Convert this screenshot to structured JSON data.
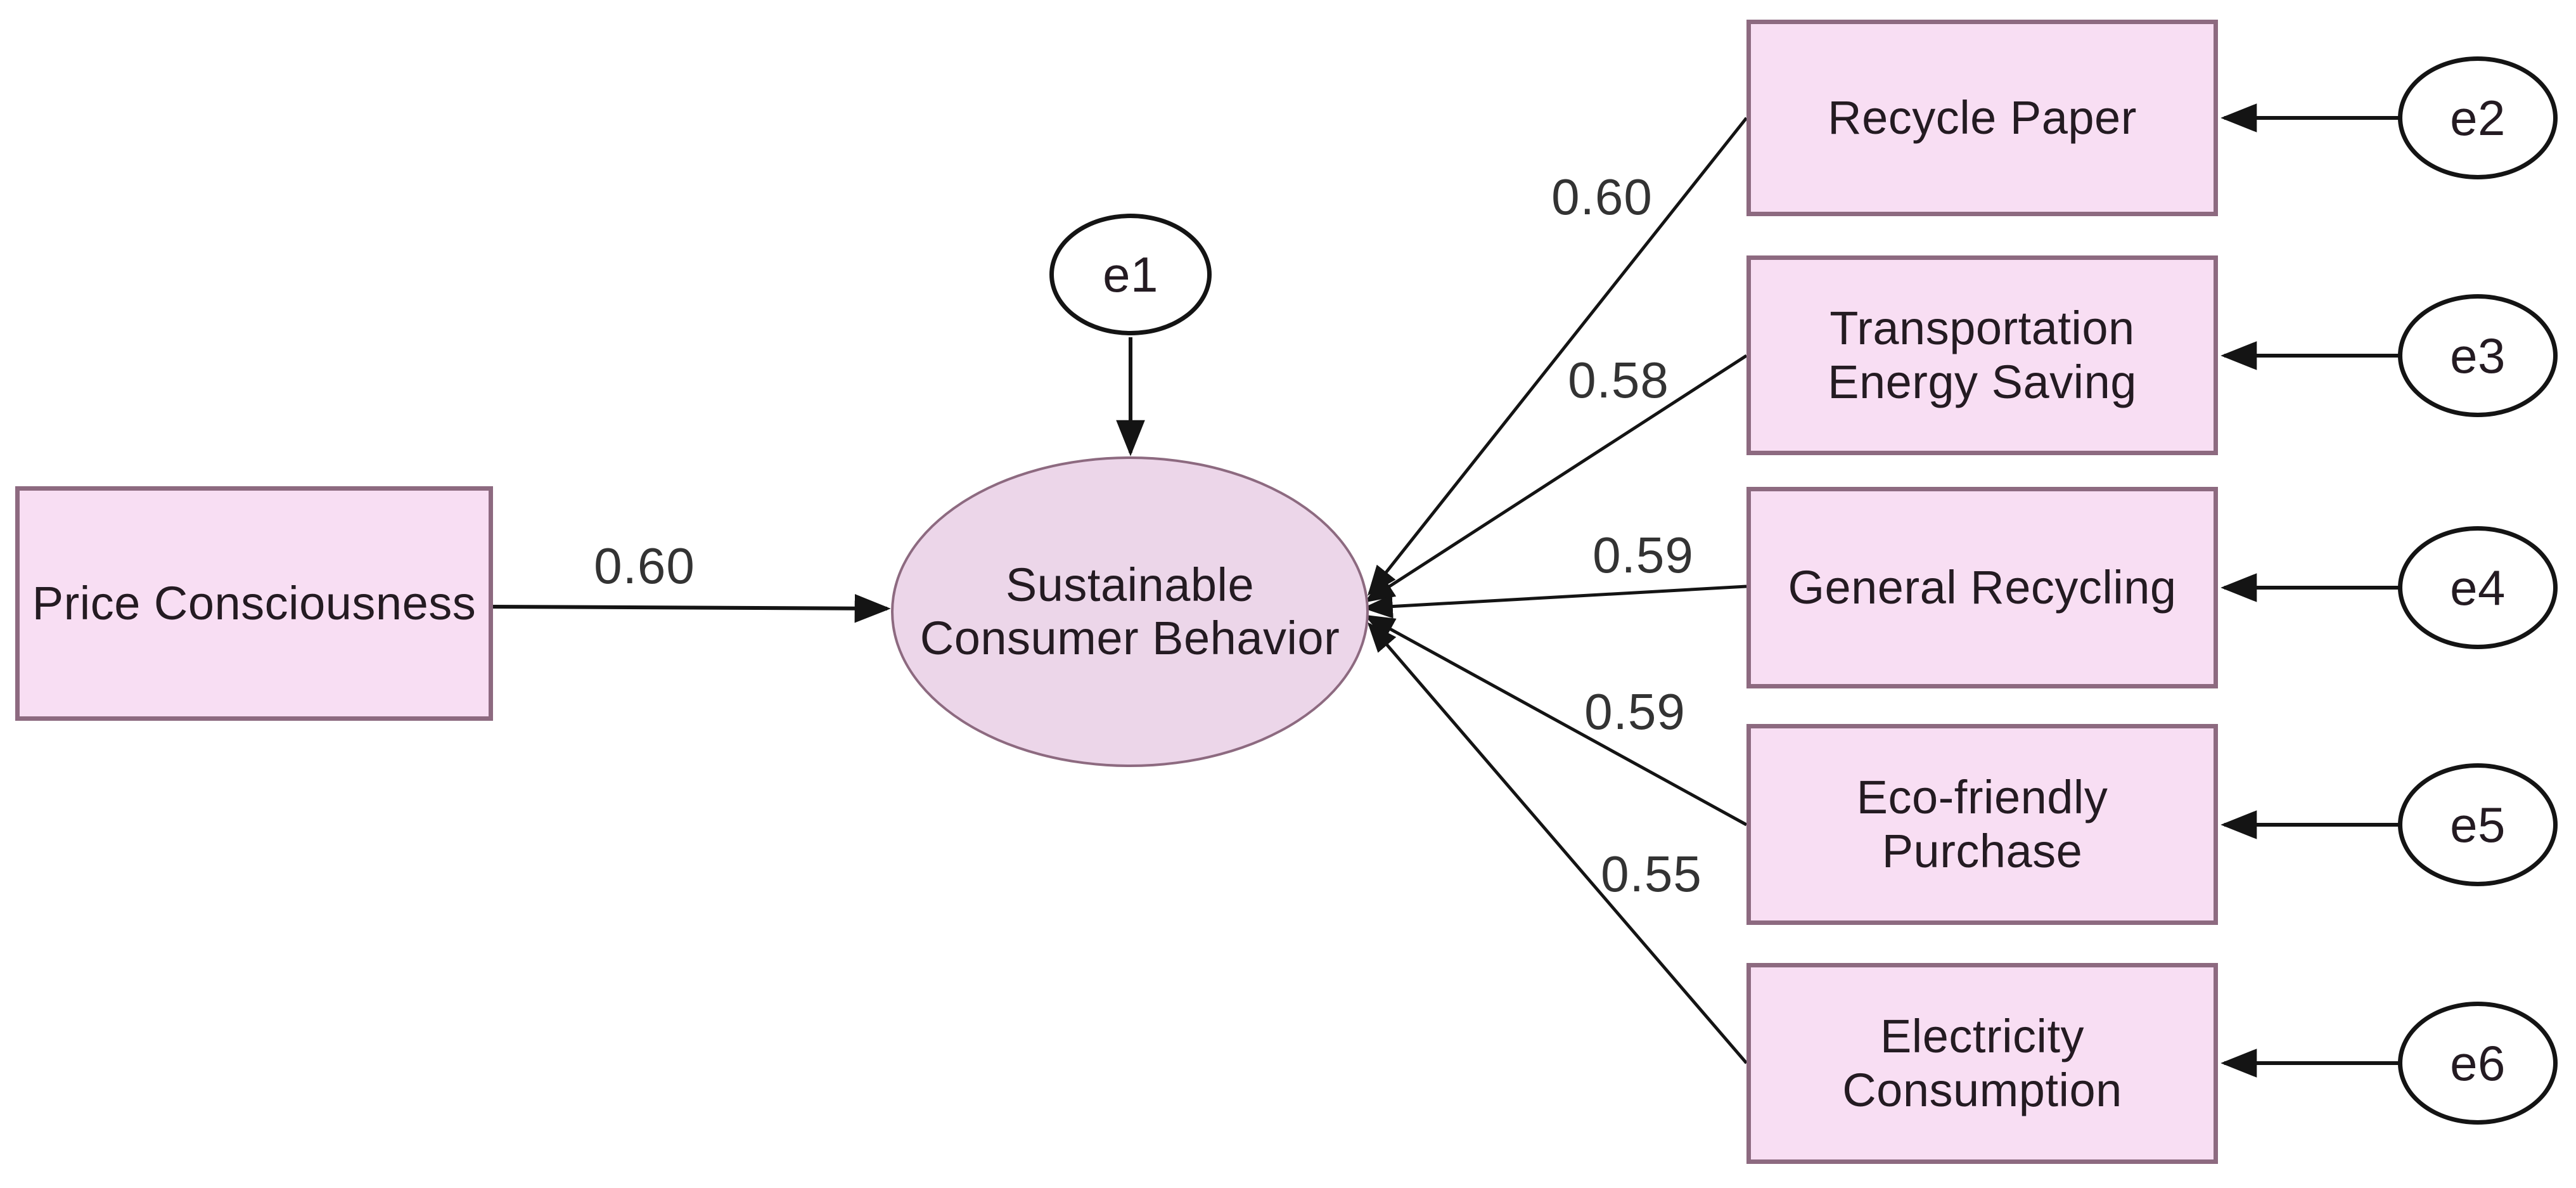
{
  "diagram": {
    "type": "sem-path-diagram",
    "background_color": "#ffffff",
    "colors": {
      "indicator_fill": "#f8def3",
      "indicator_border": "#8d6a80",
      "latent_fill": "#ecd6e9",
      "latent_border": "#8d6a80",
      "error_fill": "#ffffff",
      "error_border": "#141414",
      "arrow": "#141414",
      "label_text": "#241b22",
      "coefficient_text": "#333333"
    },
    "exogenous": {
      "label": "Price Consciousness"
    },
    "latent": {
      "label": "Sustainable\nConsumer Behavior",
      "error_label": "e1"
    },
    "structural_path": {
      "coefficient": "0.60"
    },
    "indicators": [
      {
        "label": "Recycle Paper",
        "loading": "0.60",
        "error_label": "e2"
      },
      {
        "label": "Transportation\nEnergy Saving",
        "loading": "0.58",
        "error_label": "e3"
      },
      {
        "label": "General Recycling",
        "loading": "0.59",
        "error_label": "e4"
      },
      {
        "label": "Eco-friendly\nPurchase",
        "loading": "0.59",
        "error_label": "e5"
      },
      {
        "label": "Electricity\nConsumption",
        "loading": "0.55",
        "error_label": "e6"
      }
    ]
  }
}
